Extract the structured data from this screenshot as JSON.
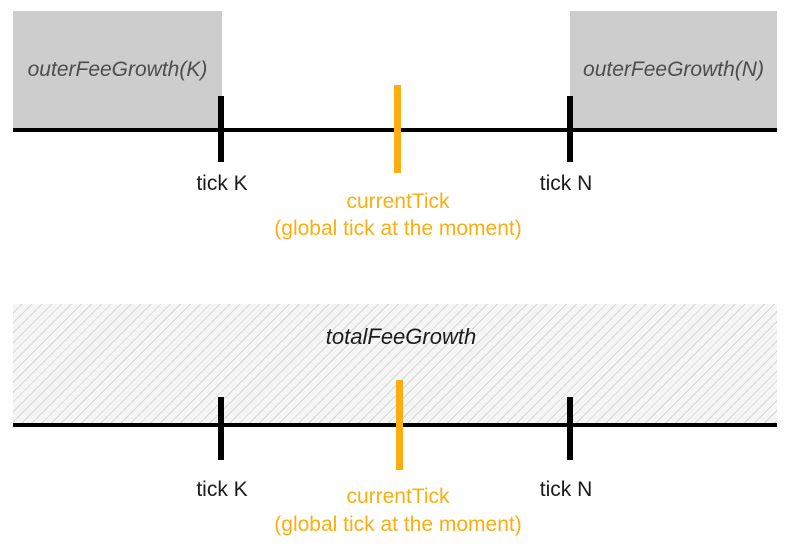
{
  "colors": {
    "accent_orange": "#FCAE10",
    "box_gray": "#CDCDCD",
    "box_text_gray": "#4D4D4D",
    "line_black": "#000000",
    "label_black": "#1B1B1B",
    "hatch_bg": "#F5F5F5",
    "hatch_line": "#D6D6D6"
  },
  "diagram_top": {
    "left_box_label": "outerFeeGrowth(K)",
    "right_box_label": "outerFeeGrowth(N)",
    "tick_k_label": "tick K",
    "tick_n_label": "tick N",
    "current_tick_label": "currentTick",
    "current_tick_sublabel": "(global tick at the moment)"
  },
  "diagram_bottom": {
    "box_label": "totalFeeGrowth",
    "tick_k_label": "tick K",
    "tick_n_label": "tick N",
    "current_tick_label": "currentTick",
    "current_tick_sublabel": "(global tick at the moment)"
  }
}
